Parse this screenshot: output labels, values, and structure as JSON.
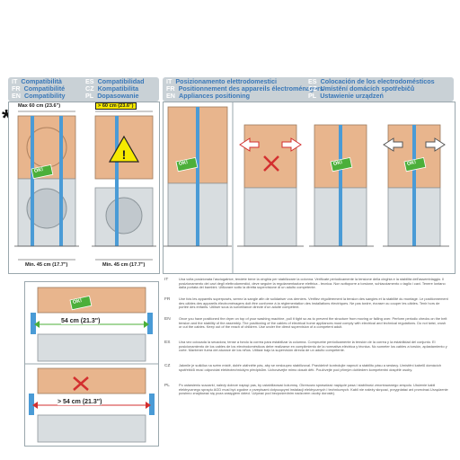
{
  "compat_header": {
    "left": [
      {
        "code": "IT",
        "text": "Compatibilità"
      },
      {
        "code": "FR",
        "text": "Compatibilité"
      },
      {
        "code": "EN",
        "text": "Compatibility"
      }
    ],
    "right": [
      {
        "code": "ES",
        "text": "Compatibilidad"
      },
      {
        "code": "CZ",
        "text": "Kompatibilita"
      },
      {
        "code": "PL",
        "text": "Dopasowanie"
      }
    ]
  },
  "position_header": {
    "left": [
      {
        "code": "IT",
        "text": "Posizionamento elettrodomestici"
      },
      {
        "code": "FR",
        "text": "Positionnement des appareils électroménagers"
      },
      {
        "code": "EN",
        "text": "Appliances positioning"
      }
    ],
    "right": [
      {
        "code": "ES",
        "text": "Colocación de los electrodomésticos"
      },
      {
        "code": "CZ",
        "text": "Umístění domácích spotřebičů"
      },
      {
        "code": "PL",
        "text": "Ustawienie urządzeń"
      }
    ]
  },
  "compat_panel": {
    "max_label": "Max 60 cm (23.6\")",
    "over_label": "> 60 cm (23.6\")",
    "min_label_1": "Min. 45 cm (17.7\")",
    "min_label_2": "Min. 45 cm (17.7\")",
    "ok": "OK!"
  },
  "detail_panel": {
    "ok_dim": "54 cm (21.3\")",
    "bad_dim": "> 54 cm (21.3\")",
    "ok": "OK!"
  },
  "positioning_panel": {
    "ok": "OK!"
  },
  "asterisk": "*",
  "instructions": [
    {
      "code": "IT",
      "text": "Una volta posizionata l'asciugatrice, tendete bene la cinghia per stabilizzare la colonna. Verificate periodicamente la tensione della cinghia e la stabilità dell'assemblaggio. Il posizionamento dei cavi degli elettrodomestici, deve seguire la regolamentazione elettrica - tecnica. Non sottoporre a torsione, schiacciamento o taglio i cavi. Tenere lontano dalla portata dei bambini. Utilizzare sotto la diretta supervisione di un adulto competente."
    },
    {
      "code": "FR",
      "text": "Une fois les appareils superposés, serrez la sangle afin de solidariser vos derniers. Vérifiez régulièrement la tension des sangles et la stabilité du montage. Le positionnement des câbles des appareils électroménagers doit être conforme à la réglementation des installations électriques. Ne pas tordre, écraser ou couper les câbles. Tenir hors de portée des enfants. Utiliser sous la surveillance directe d'un adulte compétent."
    },
    {
      "code": "EN",
      "text": "Once you have positioned the dryer on top of your washing machine, pull it tight so as to prevent the structure from moving or falling over. Perform periodic checks on the belt tension and the stability of the assembly. The positioning of the cables of electrical home appliances must comply with electrical and technical regulations. Do not twist, crush or cut the cables. Keep out of the reach of children. Use under the direct supervision of a competent adult."
    },
    {
      "code": "ES",
      "text": "Una vez colocada la secadora, tense a fondo la correa para estabilizar la columna. Compruebe periódicamente la tensión de la correa y la estabilidad del conjunto. El posicionamiento de los cables de los electrodomésticos debe realizarse en cumplimiento de la normativa eléctrica y técnica. No someter los cables a torsión, aplastamiento y corte. Mantener fuera del alcance de los niños. Utilizar bajo la supervisión directa de un adulto competente."
    },
    {
      "code": "CZ",
      "text": "Jakmile je sušička na svém místě, dobře utáhněte pás, aby se nesloupec stabilizoval. Pravidelně kontrolujte napnutí a stabilitu pásu a sestavy. Umístění kabelů domácích spotřebičů musí odpovídat elektrotechnickým předpisům. Uchovávejte mimo dosah dětí. Používejte pod přímým dohledem kompetentní dospělé osoby."
    },
    {
      "code": "PL",
      "text": "Po ustawieniu suszarki, należy dobrze napiąć pas, by ustabilizować kolumnę. Okresowo sprawdzać napięcie pasa i stabilność zmontowanego zespołu. Ułożenie kabli elektrycznego sprzętu AGD musi być zgodne z przepisami dotyczącymi instalacji elektrycznych i technicznych. Kabli nie należy skręcać, przygniatać ani przecinać.Urządzenie powinno znajdować się poza zasięgiem dzieci. Używać pod bezpośrednim nadzorem osoby dorosłej."
    }
  ],
  "colors": {
    "header_bg": "#c9d1d6",
    "accent_blue": "#3a78b8",
    "appliance_peach": "#e8b58d",
    "washer_grey": "#c9ced2",
    "ok_green": "#4caf3a",
    "warn_yellow": "#f6e900",
    "strap_blue": "#4a9bd6",
    "error_red": "#d32f2f"
  }
}
